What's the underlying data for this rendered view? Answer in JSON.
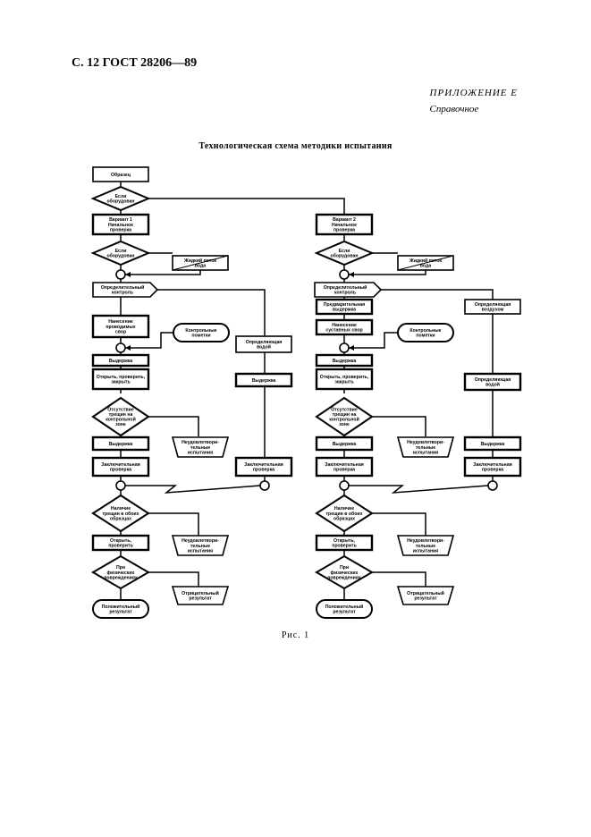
{
  "header": {
    "page_ref": "С. 12 ГОСТ 28206—89",
    "appendix_title": "ПРИЛОЖЕНИЕ Е",
    "appendix_subtitle": "Справочное"
  },
  "figure": {
    "title": "Технологическая схема методики испытания",
    "caption": "Рис. 1"
  },
  "nodes": {
    "sample": "Образец",
    "d_if_equipment": "Если\nоборудован",
    "variant1": "Вариант 1\nНачальное\nпроверка",
    "variant2": "Вариант 2\nНачальное\nпроверка",
    "d_if_equip_l": "Если\nоборудован",
    "d_if_equip_r": "Если\nоборудован",
    "note_l": "Жидкий поток\nвода",
    "note_r": "Жидкий поток\nвода",
    "ctrl_l": "Определительный\nконтроль",
    "ctrl_r": "Определительный\nконтроль",
    "apply_load_l": "Нанесение\nпроводимых\nсвор",
    "pre_exposure_r": "Предварительная\nвыдержка",
    "apply_load_r": "Нанесение\nсуставных свор",
    "control_marks_l": "Контрольные\nпометки",
    "control_marks_r": "Контрольные\nпометки",
    "exposure_water_l": "Определяющая\nводой",
    "exposure_air_r": "Определяющая\nвоздухом",
    "exposure_l": "Выдержка",
    "exposure_r": "Выдержка",
    "exposure2_l": "Выдержка",
    "exposure2_r": "Определяющая\nводой",
    "open_check_l": "Открыть, проверить,\nзакрыть",
    "open_check_r": "Открыть, проверить,\nзакрыть",
    "d_absent_l": "Отсутствие\nтрещин на\nконтрольной\nзоне",
    "d_absent_r": "Отсутствие\nтрещин на\nконтрольной\nзоне",
    "unsat_1l": "Неудовлетвори-\nтельные\nиспытания",
    "unsat_1r": "Неудовлетвори-\nтельные\nиспытания",
    "exposure3_l": "Выдержка",
    "exposure3_r": "Выдержка",
    "exposure4_r": "Выдержка",
    "final_check_l": "Заключительная\nпроверка",
    "final_check_r": "Заключительная\nпроверка",
    "final_check_ml": "Заключительная\nпроверка",
    "final_check_mr": "Заключительная\nпроверка",
    "d_crack_l": "Наличие\nтрещин в обоих\nобразцах",
    "d_crack_r": "Наличие\nтрещин в обоих\nобразцах",
    "open_final_l": "Открыть,\nпроверить",
    "open_final_r": "Открыть,\nпроверить",
    "unsat_2l": "Неудовлетвори-\nтельные\nиспытания",
    "unsat_2r": "Неудовлетвори-\nтельные\nиспытания",
    "d_phys_l": "При\nфизических\nповреждениях",
    "d_phys_r": "При\nфизических\nповреждениях",
    "neg_l": "Отрицательный\nрезультат",
    "neg_r": "Отрицательный\nрезультат",
    "pos_l": "Положительный\nрезультат",
    "pos_r": "Положительный\nрезультат"
  }
}
